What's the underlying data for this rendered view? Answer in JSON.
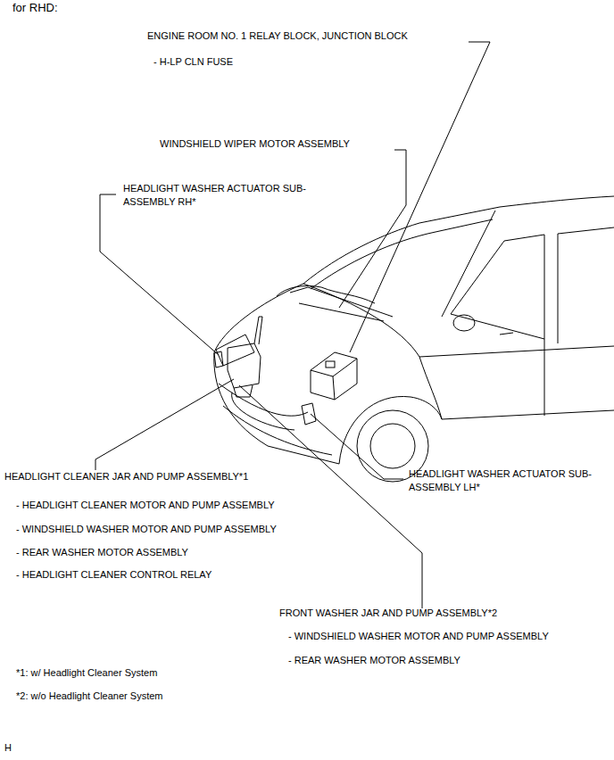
{
  "diagram": {
    "title": "for RHD:",
    "labels": [
      "ENGINE ROOM NO. 1 RELAY BLOCK, JUNCTION BLOCK",
      "- H-LP CLN FUSE",
      "WINDSHIELD WIPER MOTOR ASSEMBLY",
      "HEADLIGHT WASHER ACTUATOR SUB-ASSEMBLY RH*",
      "HEADLIGHT CLEANER JAR AND PUMP ASSEMBLY*1",
      "- HEADLIGHT CLEANER MOTOR AND PUMP ASSEMBLY",
      "- WINDSHIELD WASHER MOTOR AND PUMP ASSEMBLY",
      "- REAR WASHER MOTOR ASSEMBLY",
      "- HEADLIGHT CLEANER CONTROL RELAY",
      "HEADLIGHT WASHER ACTUATOR SUB-ASSEMBLY LH*",
      "FRONT WASHER JAR AND PUMP ASSEMBLY*2",
      "- WINDSHIELD WASHER MOTOR AND PUMP ASSEMBLY",
      "- REAR WASHER MOTOR ASSEMBLY",
      "*1: w/ Headlight Cleaner System",
      "*2: w/o Headlight Cleaner System",
      "H"
    ]
  }
}
